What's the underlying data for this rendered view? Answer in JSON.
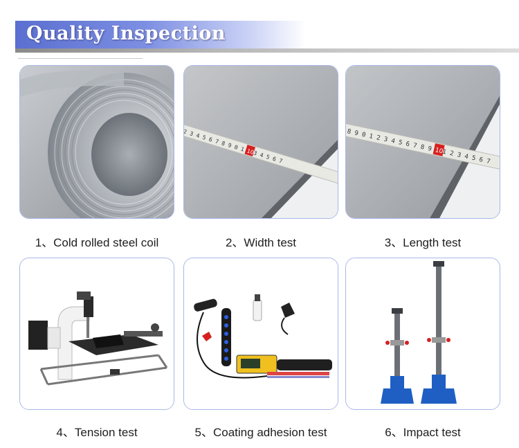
{
  "header": {
    "title": "Quality Inspection"
  },
  "colors": {
    "accent": "#5a6fd0",
    "card_border": "#a9b6e8",
    "tape": "#e9e9e4",
    "tape_mark": "#d62020",
    "impact_base": "#1f5fc4"
  },
  "items": [
    {
      "caption": "1、Cold rolled steel coil",
      "icon": "steel-coil-photo"
    },
    {
      "caption": "2、Width test",
      "icon": "steel-sheet-tape-measure-photo",
      "tape_marks": "2 3 4 5 6 7 8 9 0 1 2 3 4 5 6 7",
      "tape_highlight": "10"
    },
    {
      "caption": "3、Length test",
      "icon": "steel-sheet-tape-measure-photo",
      "tape_marks": "8 9 0 1 2 3 4 5 6 7 8 9 0 1 2 3 4 5 6 7",
      "tape_highlight": "10"
    },
    {
      "caption": "4、Tension test",
      "icon": "tension-tester-photo"
    },
    {
      "caption": "5、Coating adhesion test",
      "icon": "adhesion-test-kit-photo"
    },
    {
      "caption": "6、Impact test",
      "icon": "impact-tester-photo"
    }
  ]
}
